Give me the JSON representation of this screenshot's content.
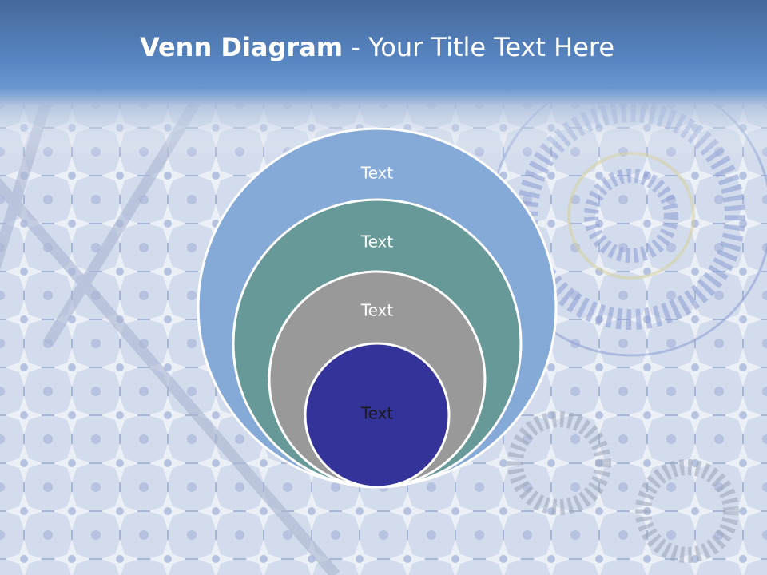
{
  "slide": {
    "title_bold": "Venn Diagram",
    "title_rest": " - Your Title Text Here"
  },
  "diagram": {
    "type": "nested-circles",
    "circles": [
      {
        "label": "Text",
        "color": "#86aad8",
        "text_color": "#ffffff"
      },
      {
        "label": "Text",
        "color": "#669997",
        "text_color": "#ffffff"
      },
      {
        "label": "Text",
        "color": "#999999",
        "text_color": "#ffffff"
      },
      {
        "label": "Text",
        "color": "#333399",
        "text_color": "#1a1a1a"
      }
    ]
  },
  "colors": {
    "header_top": "#46689a",
    "header_bottom": "#6a97d0",
    "background_tile": "#c9d3e6"
  }
}
